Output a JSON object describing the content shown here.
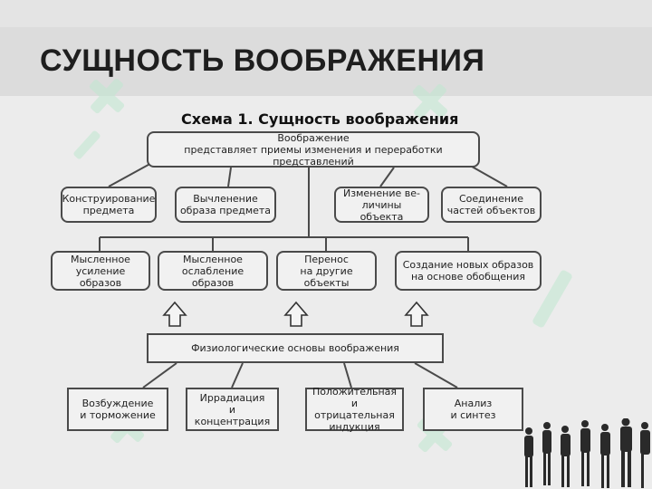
{
  "header": {
    "title": "СУЩНОСТЬ ВООБРАЖЕНИЯ"
  },
  "diagram": {
    "caption": "Схема 1. Сущность воображения",
    "root": {
      "label": "Воображение\nпредставляет приемы изменения и переработки представлений"
    },
    "level1": [
      {
        "label": "Конструирование\nпредмета"
      },
      {
        "label": "Вычленение\nобраза предмета"
      },
      {
        "label": "Изменение ве-\nличины объекта"
      },
      {
        "label": "Соединение\nчастей объектов"
      }
    ],
    "level2": [
      {
        "label": "Мысленное\nусиление образов"
      },
      {
        "label": "Мысленное\nослабление образов"
      },
      {
        "label": "Перенос\nна другие объекты"
      },
      {
        "label": "Создание новых образов\nна основе обобщения"
      }
    ],
    "basis": {
      "label": "Физиологические основы воображения"
    },
    "level3": [
      {
        "label": "Возбуждение\nи торможение"
      },
      {
        "label": "Иррадиация\nи концентрация"
      },
      {
        "label": "Положительная\nи отрицательная\nиндукция"
      },
      {
        "label": "Анализ\nи синтез"
      }
    ],
    "colors": {
      "line": "#4a4a4a",
      "box_fill": "#f1f1f1",
      "watermark": "#bfe8cf"
    }
  },
  "decor": {
    "watermark_icon": "soff-watermark-icon",
    "people_icon": "business-people-icon"
  }
}
